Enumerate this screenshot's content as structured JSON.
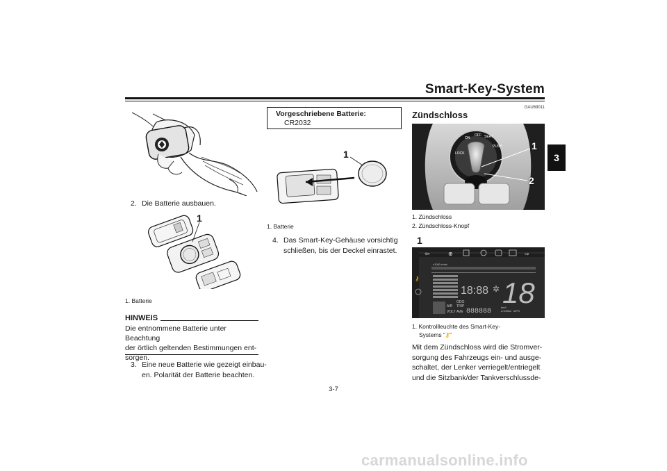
{
  "header": {
    "title": "Smart-Key-System"
  },
  "chapter_tab": "3",
  "left_column": {
    "step2": {
      "num": "2.",
      "text": "Die Batterie ausbauen."
    },
    "fig2_callout": "1",
    "fig2_caption": {
      "num": "1.",
      "text": "Batterie"
    },
    "hinweis": {
      "title": "HINWEIS",
      "lines": [
        "Die entnommene Batterie unter Beachtung",
        "der örtlich geltenden Bestimmungen ent-",
        "sorgen."
      ]
    },
    "step3": {
      "num": "3.",
      "line1": "Eine neue Batterie wie gezeigt einbau-",
      "line2": "en. Polarität der Batterie beachten."
    }
  },
  "middle_column": {
    "spec_box": {
      "label": "Vorgeschriebene Batterie:",
      "value": "CR2032"
    },
    "fig_callout": "1",
    "fig_caption": {
      "num": "1.",
      "text": "Batterie"
    },
    "step4": {
      "num": "4.",
      "line1": "Das Smart-Key-Gehäuse vorsichtig",
      "line2": "schließen, bis der Deckel einrastet."
    }
  },
  "right_column": {
    "code": "GAU69011",
    "section_title": "Zündschloss",
    "ignition_fig": {
      "callouts": [
        "1",
        "2"
      ],
      "ring_labels": [
        "ON",
        "OFF",
        "PUSH",
        "SEAT",
        "LOCK"
      ]
    },
    "ignition_captions": [
      {
        "num": "1.",
        "text": "Zündschloss"
      },
      {
        "num": "2.",
        "text": "Zündschloss-Knopf"
      }
    ],
    "dash_fig": {
      "callout": "1",
      "time": "18:88",
      "big_digits": "18",
      "odo": "888888",
      "labels": [
        "ODO",
        "TRIP",
        "AIR",
        "AVE",
        "VOLT"
      ],
      "units": [
        "km/L",
        "L/100km",
        "MPG"
      ],
      "rpm_label": "x1000 r/min"
    },
    "dash_caption": {
      "num": "1.",
      "line1": "Kontrollleuchte des Smart-Key-",
      "line2_prefix": "Systems “",
      "line2_suffix": "”"
    },
    "para": [
      "Mit dem Zündschloss wird die Stromver-",
      "sorgung des Fahrzeugs ein- und ausge-",
      "schaltet, der Lenker verriegelt/entriegelt",
      "und die Sitzbank/der Tankverschlussde-"
    ]
  },
  "footer": {
    "page": "3-7"
  },
  "watermark": "carmanualsonline.info",
  "colors": {
    "indicator_yellow": "#f3b000",
    "ink": "#1a1a1a",
    "panel_dark": "#1e1e1e"
  }
}
